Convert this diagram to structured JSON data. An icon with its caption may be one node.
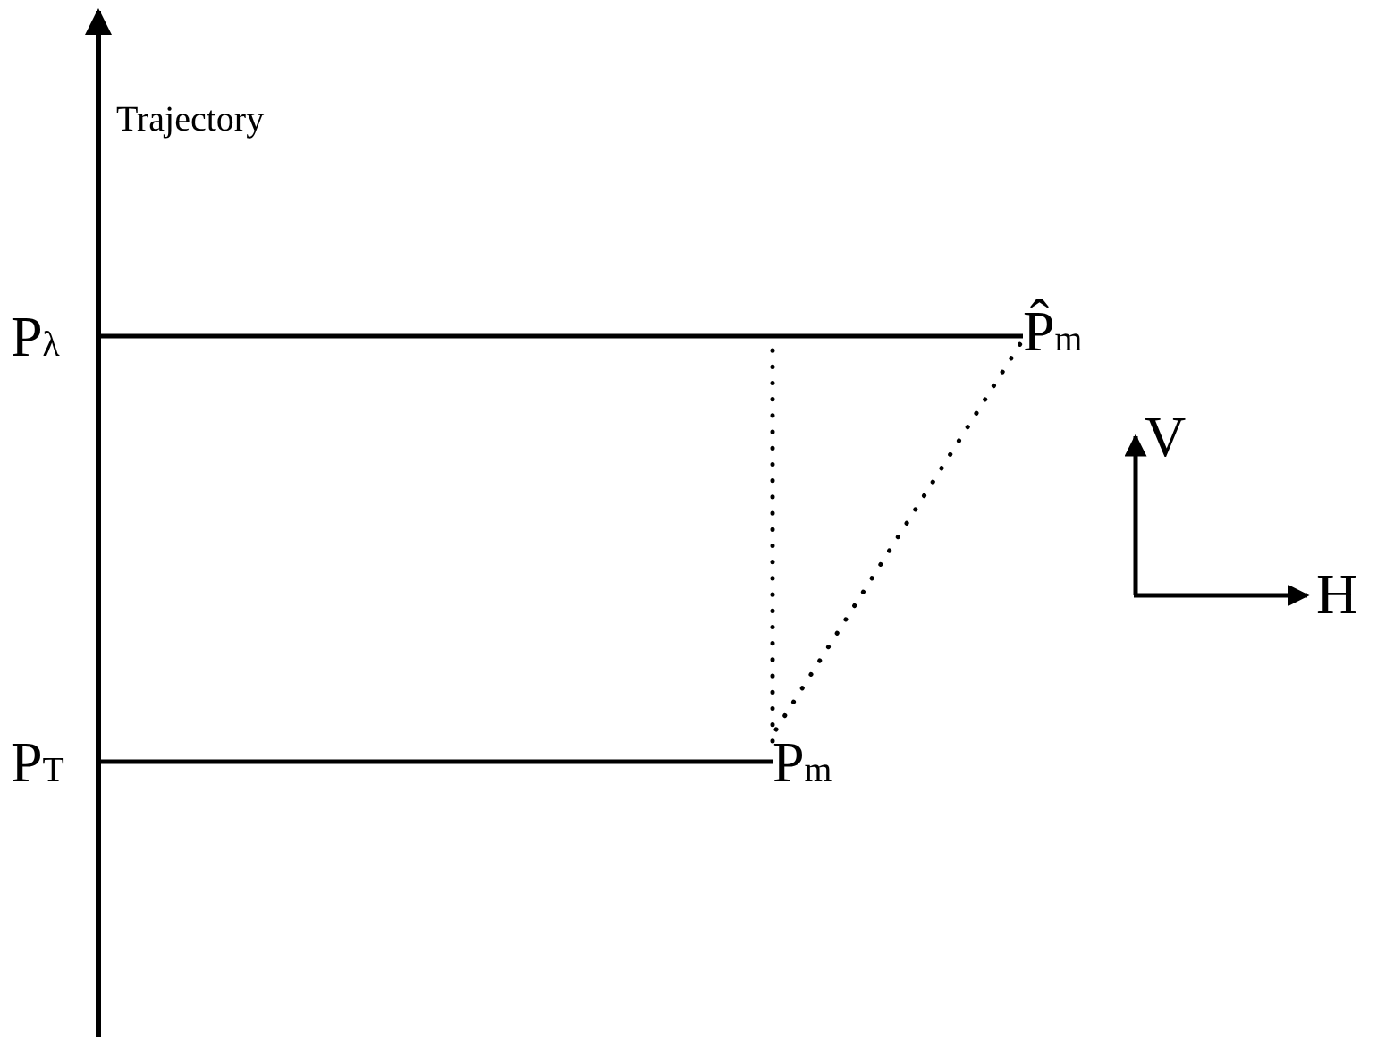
{
  "diagram": {
    "nodes": [
      {
        "text": [
          "P$_{λ}$"
        ]
      },
      {
        "text": [
          "P̂$_{m}$"
        ]
      },
      {
        "text": [
          "P$_{T}$"
        ]
      },
      {
        "text": [
          "P$_{m}$"
        ]
      }
    ],
    "edges": [
      {
        "from": 0,
        "to": 1,
        "arrow": "none"
      },
      {
        "from": 2,
        "to": 3,
        "arrow": "none"
      },
      {
        "from": 3,
        "to": 1,
        "arrow": "none",
        "style": "dashed"
      },
      {
        "from": null,
        "to": 3,
        "arrow": "none",
        "style": "dashed"
      }
    ],
    "labels": [
      "Trajectory",
      "V",
      "H"
    ]
  }
}
